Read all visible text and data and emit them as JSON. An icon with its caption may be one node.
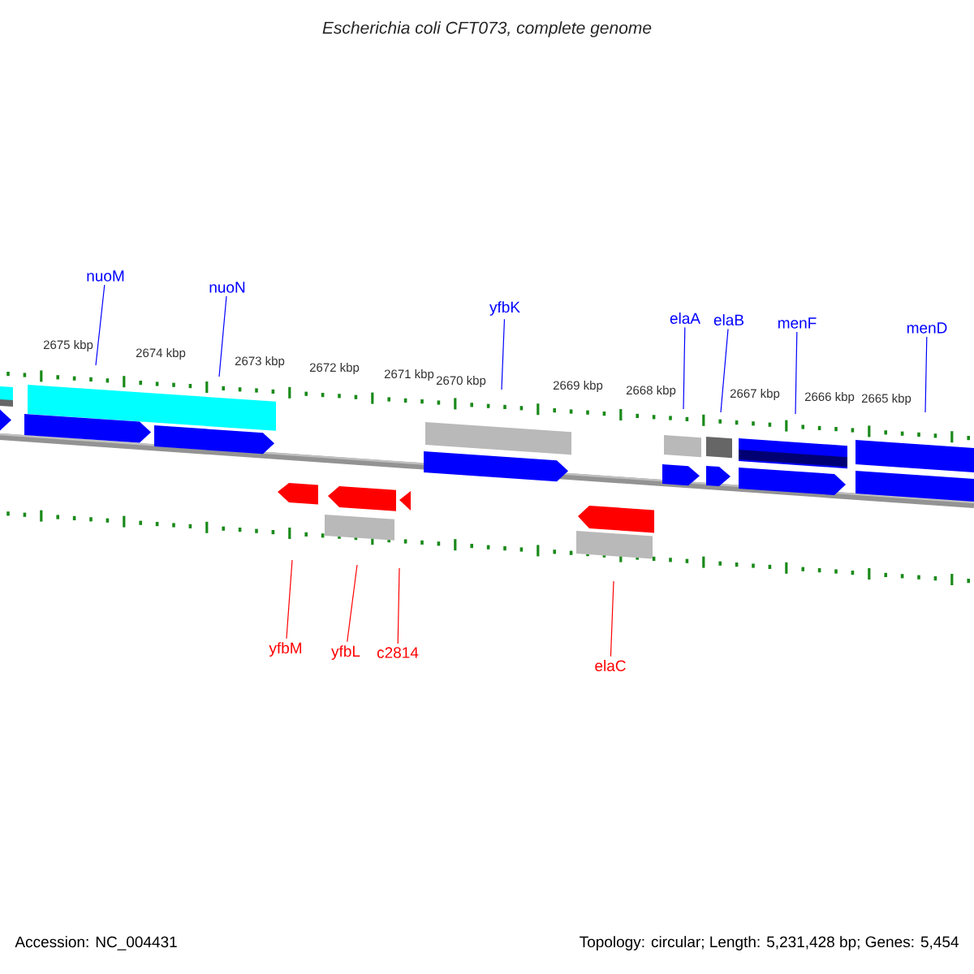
{
  "diagram": {
    "title": "Escherichia coli CFT073, complete genome",
    "nodes": [
      {
        "text": [
          "nuoM"
        ]
      },
      {
        "text": [
          "nuoN"
        ]
      },
      {
        "text": [
          "yfbK"
        ]
      },
      {
        "text": [
          "elaA"
        ]
      },
      {
        "text": [
          "elaB"
        ]
      },
      {
        "text": [
          "menF"
        ]
      },
      {
        "text": [
          "menD"
        ]
      },
      {
        "text": [
          "yfbM"
        ]
      },
      {
        "text": [
          "yfbL"
        ]
      },
      {
        "text": [
          "c2814"
        ]
      },
      {
        "text": [
          "elaC"
        ]
      }
    ],
    "edges": [
      {
        "from": 0,
        "to": null,
        "arrow": "none"
      },
      {
        "from": 1,
        "to": null,
        "arrow": "none"
      },
      {
        "from": 2,
        "to": null,
        "arrow": "none"
      },
      {
        "from": 3,
        "to": null,
        "arrow": "none"
      },
      {
        "from": 4,
        "to": null,
        "arrow": "none"
      },
      {
        "from": 5,
        "to": null,
        "arrow": "none"
      },
      {
        "from": 6,
        "to": null,
        "arrow": "none"
      },
      {
        "from": 7,
        "to": null,
        "arrow": "none",
        "color": "#ff0000"
      },
      {
        "from": 8,
        "to": null,
        "arrow": "none",
        "color": "#ff0000"
      },
      {
        "from": 9,
        "to": null,
        "arrow": "none",
        "color": "#ff0000"
      },
      {
        "from": 10,
        "to": null,
        "arrow": "none",
        "color": "#ff0000"
      }
    ],
    "labels": [
      "2675 kbp",
      "2674 kbp",
      "2673 kbp",
      "2672 kbp",
      "2671 kbp",
      "2670 kbp",
      "2669 kbp",
      "2668 kbp",
      "2667 kbp",
      "2666 kbp",
      "2665 kbp",
      "Accession: NC_004431",
      "Topology: circular; Length: 5,231,428 bp; Genes: 5,454"
    ]
  }
}
